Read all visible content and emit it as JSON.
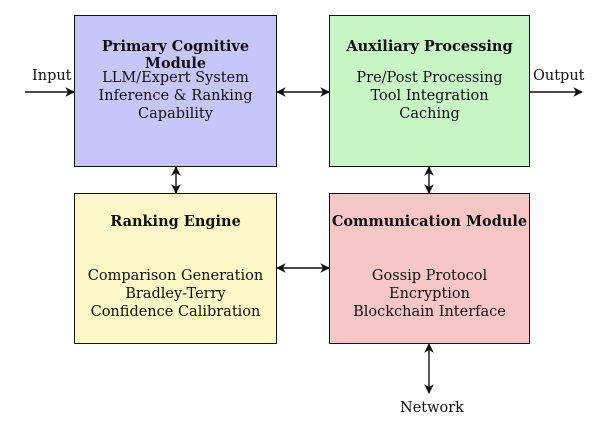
{
  "modules": {
    "primary": {
      "title": "Primary Cognitive Module",
      "lines": [
        "LLM/Expert System",
        "Inference & Ranking",
        "Capability"
      ],
      "color": "#c6c6fb"
    },
    "auxiliary": {
      "title": "Auxiliary Processing",
      "lines": [
        "Pre/Post Processing",
        "Tool Integration",
        "Caching"
      ],
      "color": "#c8f5c6"
    },
    "ranking": {
      "title": "Ranking Engine",
      "lines": [
        "Comparison Generation",
        "Bradley-Terry",
        "Confidence Calibration"
      ],
      "color": "#fcf7c6"
    },
    "communication": {
      "title": "Communication Module",
      "lines": [
        "Gossip Protocol",
        "Encryption",
        "Blockchain Interface"
      ],
      "color": "#f8c6c6"
    }
  },
  "external": {
    "input": "Input",
    "output": "Output",
    "network": "Network"
  }
}
